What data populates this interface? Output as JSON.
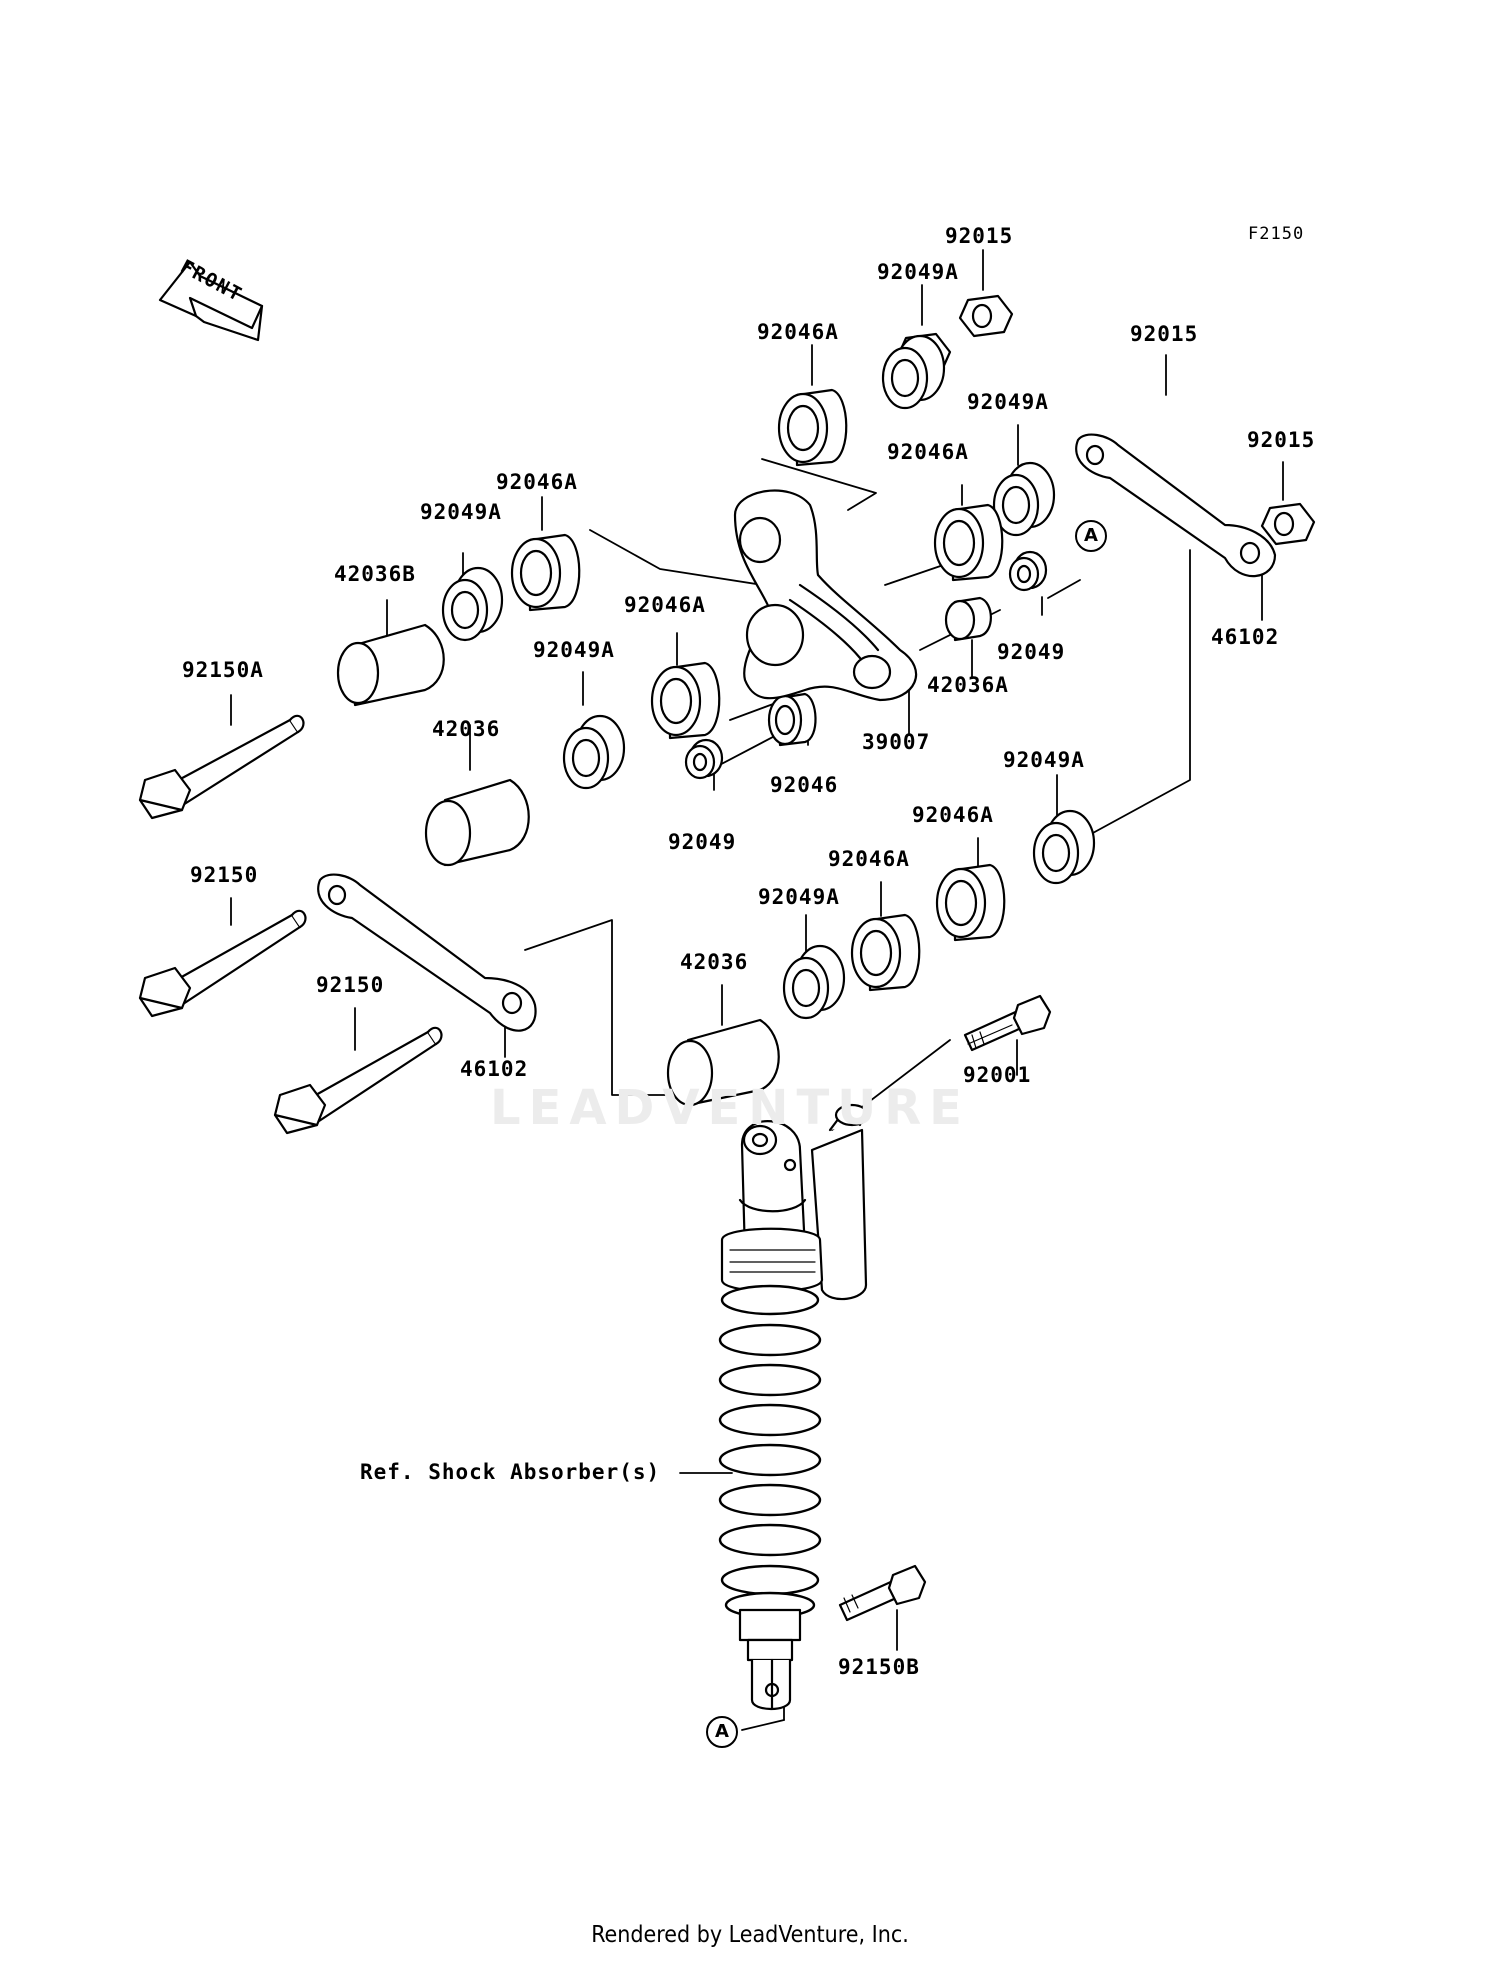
{
  "diagram": {
    "code": "F2150",
    "front_label": "FRONT",
    "watermark": "LEADVENTURE",
    "footer": "Rendered by LeadVenture, Inc.",
    "callout_letter": "A",
    "ref_label": "Ref. Shock Absorber(s)"
  },
  "labels": {
    "l_92015_a": "92015",
    "l_92049A_a": "92049A",
    "l_92046A_a": "92046A",
    "l_92015_b": "92015",
    "l_92049A_b": "92049A",
    "l_92015_c": "92015",
    "l_92046A_b": "92046A",
    "l_92046A_c": "92046A",
    "l_92049A_c": "92049A",
    "l_42036B": "42036B",
    "l_92150A": "92150A",
    "l_92046A_d": "92046A",
    "l_92049A_d": "92049A",
    "l_92049_a": "92049",
    "l_42036A": "42036A",
    "l_46102_a": "46102",
    "l_42036_a": "42036",
    "l_39007": "39007",
    "l_92046": "92046",
    "l_92049A_e": "92049A",
    "l_92049_b": "92049",
    "l_92046A_e": "92046A",
    "l_92046A_f": "92046A",
    "l_92150_a": "92150",
    "l_92049A_f": "92049A",
    "l_42036_b": "42036",
    "l_92150_b": "92150",
    "l_46102_b": "46102",
    "l_92001": "92001",
    "l_92150B": "92150B"
  }
}
